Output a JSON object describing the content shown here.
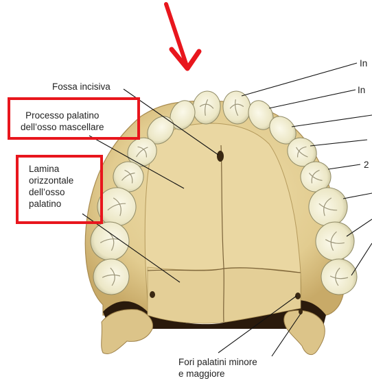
{
  "labels": {
    "fossa_incisiva": "Fossa incisiva",
    "processo_palatino": [
      "Processo palatino",
      "dell’osso mascellare"
    ],
    "lamina_orizzontale": [
      "Lamina",
      "orizzontale",
      "dell’osso",
      "palatino"
    ],
    "fori_palatini": [
      "Fori palatini minore",
      "e maggiore"
    ],
    "right_1": "In",
    "right_2": "In",
    "right_5": "2"
  },
  "colors": {
    "highlight_red": "#e8161d",
    "bone": "#e6d29a",
    "bone_dark": "#c9ad6c",
    "tooth": "#f3f0d8",
    "leader_line": "#111111"
  }
}
